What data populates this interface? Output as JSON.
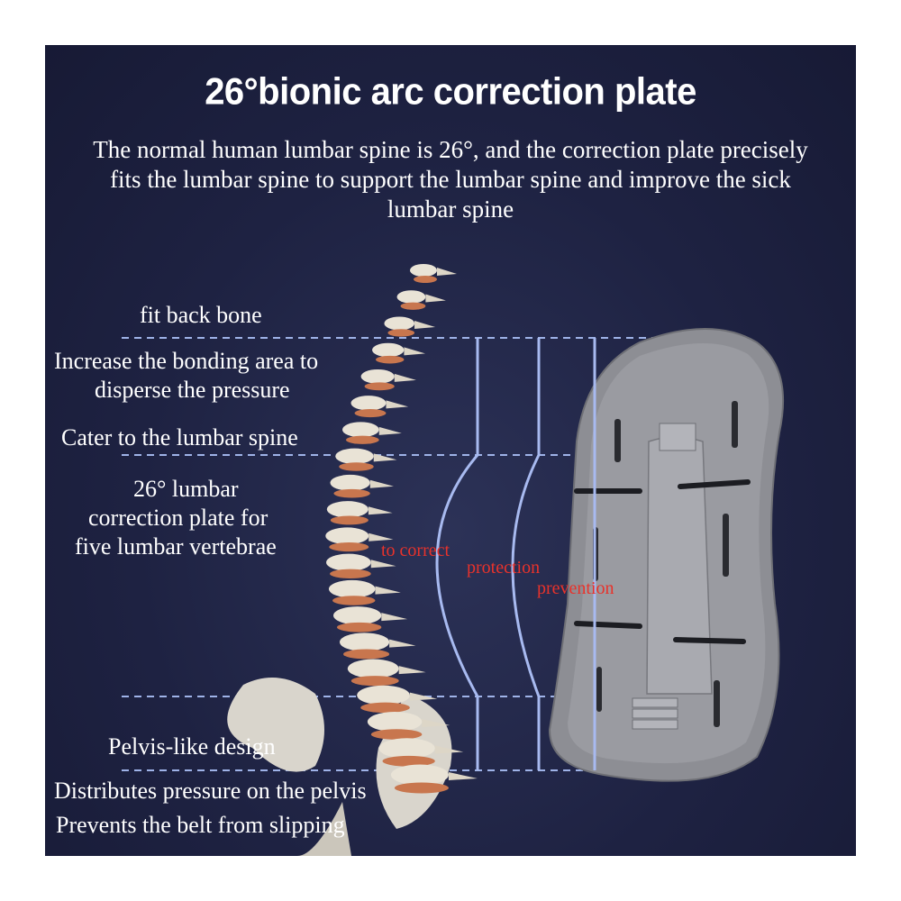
{
  "title": "26°bionic arc correction plate",
  "description": "The normal human lumbar spine is 26°, and the correction plate precisely fits the lumbar spine to support the lumbar spine and improve the sick lumbar spine",
  "labels": {
    "fit_back_bone": "fit back bone",
    "bonding_area_1": "Increase the bonding area to",
    "bonding_area_2": "disperse the pressure",
    "cater": "Cater to the lumbar spine",
    "plate_1": "26° lumbar",
    "plate_2": "correction plate for",
    "plate_3": "five lumbar vertebrae",
    "pelvis_design": "Pelvis-like design",
    "distributes": "Distributes pressure on the pelvis",
    "prevents": "Prevents the belt from slipping"
  },
  "arc_labels": {
    "correct": "to correct",
    "protection": "protection",
    "prevention": "prevention"
  },
  "colors": {
    "background": "#1e2242",
    "text": "#ffffff",
    "arc_label": "#e8322b",
    "guide_line": "#9fb3e8",
    "plate": "#8d8e94"
  }
}
